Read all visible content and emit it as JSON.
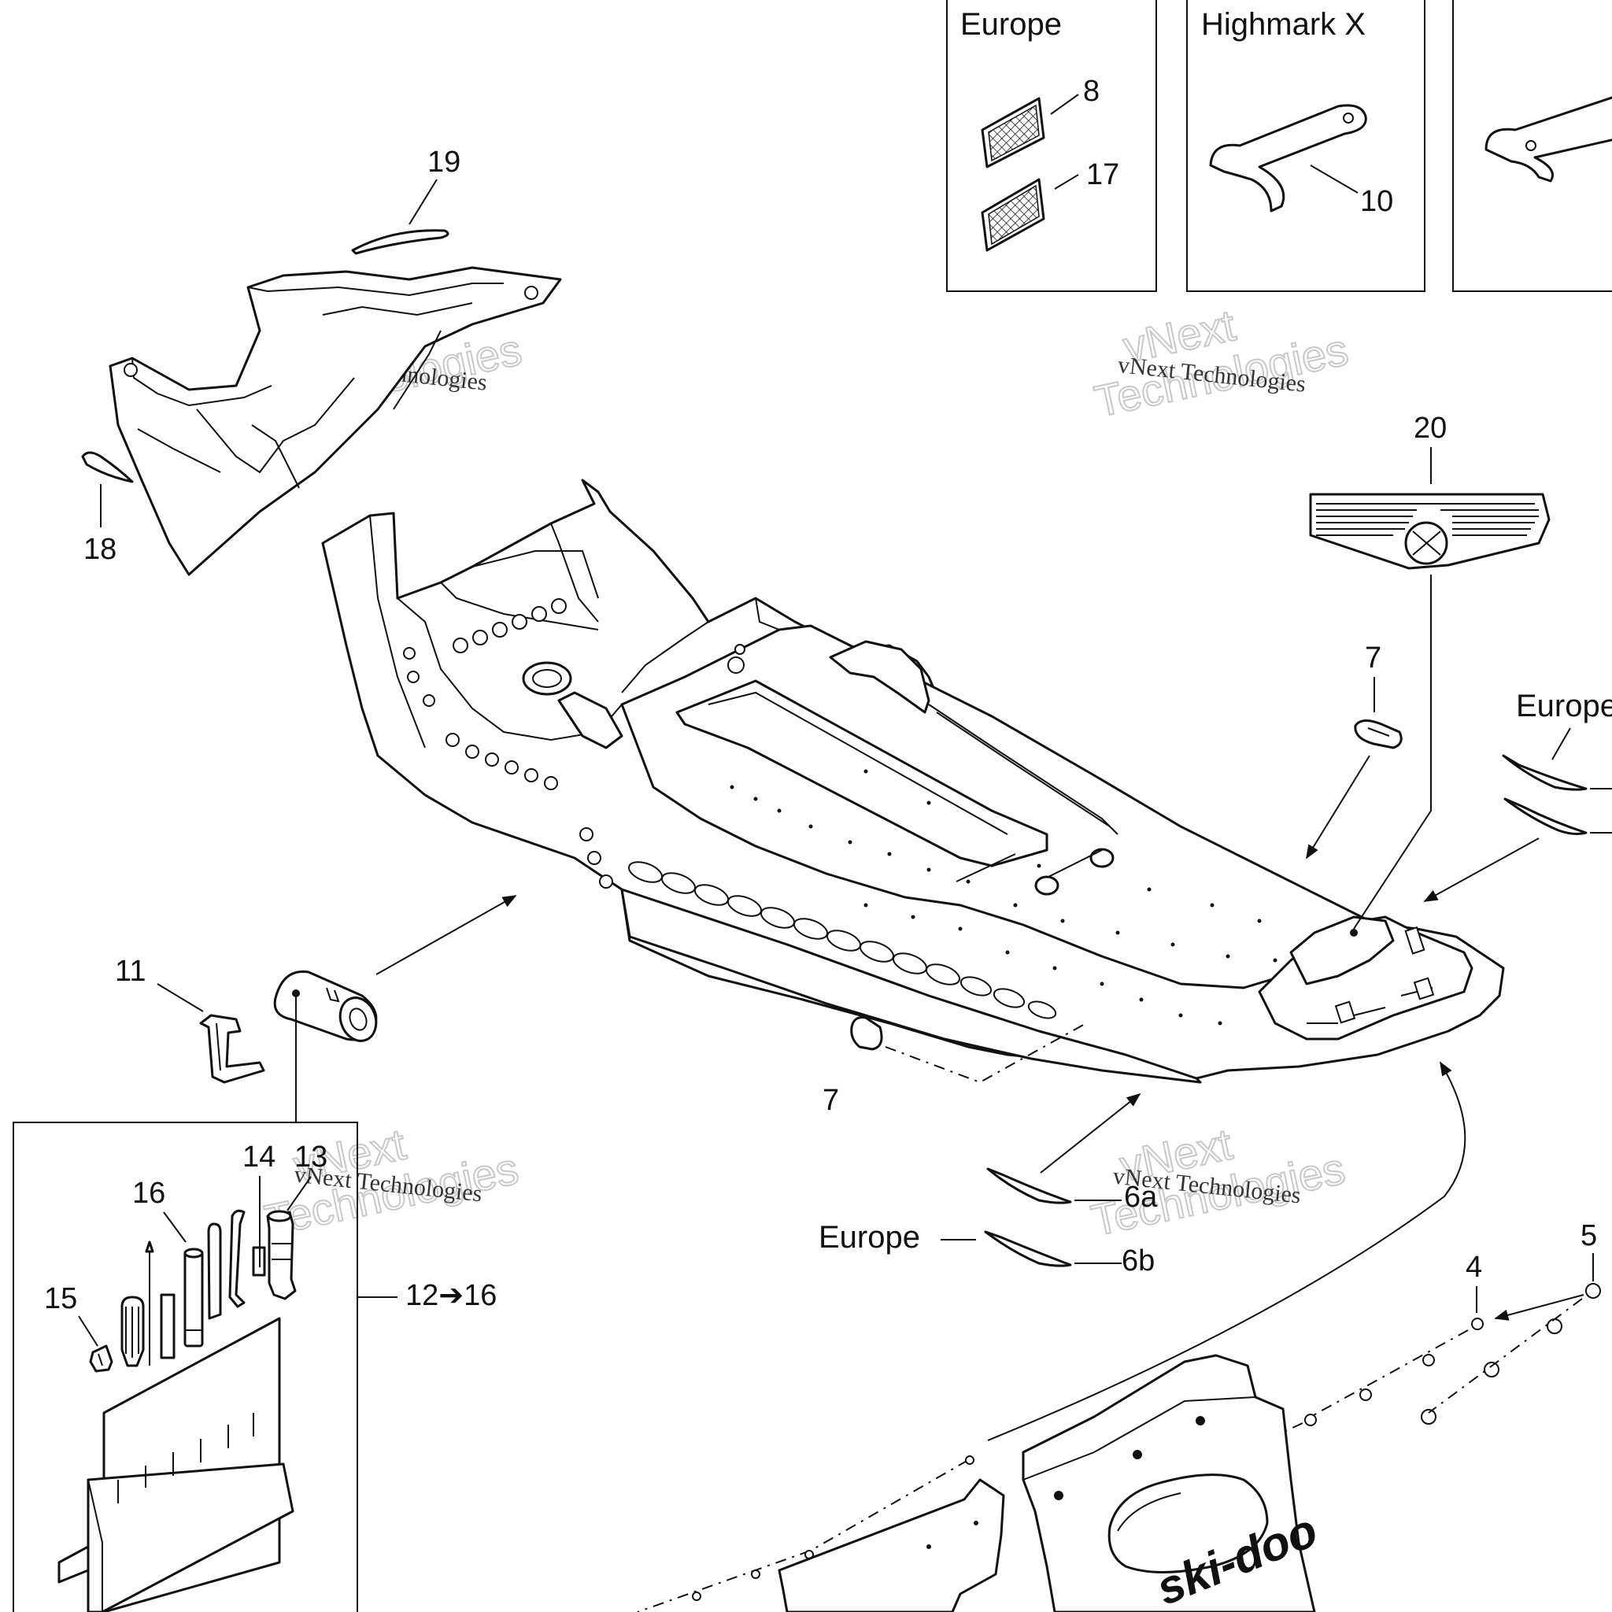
{
  "inset_boxes": [
    {
      "title": "Europe"
    },
    {
      "title": "Highmark X"
    }
  ],
  "callouts": {
    "c8": "8",
    "c17": "17",
    "c10": "10",
    "c19": "19",
    "c18": "18",
    "c20": "20",
    "c7_top": "7",
    "c7_bottom": "7",
    "c11": "11",
    "c14": "14",
    "c13": "13",
    "c16": "16",
    "c15": "15",
    "c12_16": "12➔16",
    "c6a": "6a",
    "c6b": "6b",
    "c4": "4",
    "c5": "5"
  },
  "region_labels": {
    "europe_right": "Europe",
    "europe_bottom": "Europe"
  },
  "watermark": {
    "line1": "vNext Technologies",
    "line2": "vNext",
    "line3": "Technologies"
  },
  "decal_text": "ski-doo"
}
